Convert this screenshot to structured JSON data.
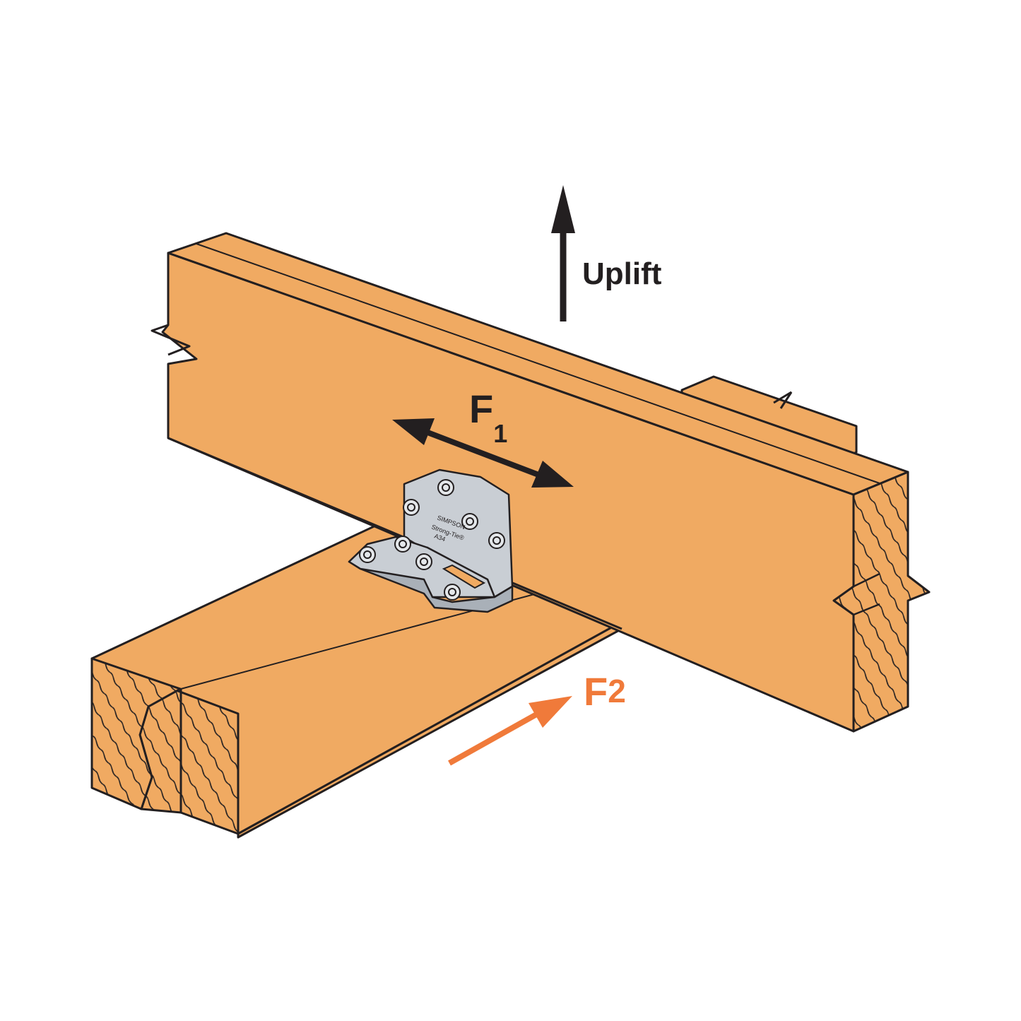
{
  "labels": {
    "uplift": "Uplift",
    "f1_main": "F",
    "f1_sub": "1",
    "f2_main": "F",
    "f2_sub": "2"
  },
  "bracket": {
    "line1": "SIMPSON",
    "line2": "Strong-Tie®",
    "line3": "A34"
  },
  "colors": {
    "wood": "#F0AA62",
    "outline": "#231F20",
    "steel": "#C9CED4",
    "steel_shade": "#A9B0B8",
    "arrow_dark": "#231F20",
    "arrow_orange": "#F07A3A"
  }
}
